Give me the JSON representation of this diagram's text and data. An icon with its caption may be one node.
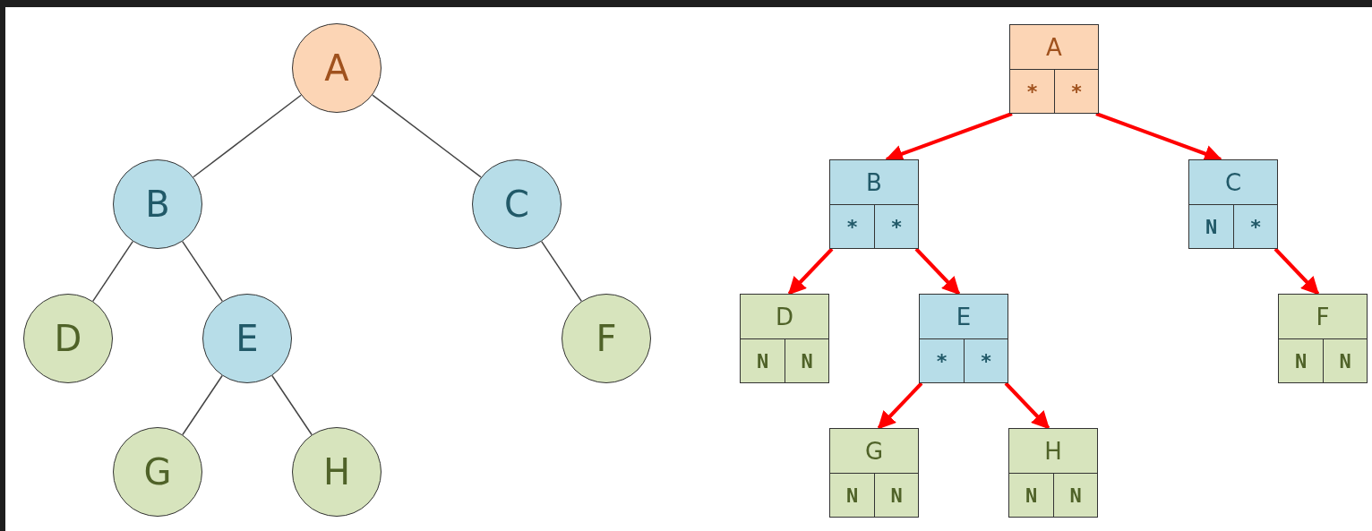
{
  "diagram": {
    "nodes": [
      {
        "text": [
          "A"
        ]
      },
      {
        "text": [
          "B"
        ]
      },
      {
        "text": [
          "C"
        ]
      },
      {
        "text": [
          "D"
        ]
      },
      {
        "text": [
          "E"
        ]
      },
      {
        "text": [
          "F"
        ]
      },
      {
        "text": [
          "G"
        ]
      },
      {
        "text": [
          "H"
        ]
      },
      {
        "text": [
          "A",
          "*",
          "*"
        ]
      },
      {
        "text": [
          "B",
          "*",
          "*"
        ]
      },
      {
        "text": [
          "C",
          "N",
          "*"
        ]
      },
      {
        "text": [
          "D",
          "N",
          "N"
        ]
      },
      {
        "text": [
          "E",
          "*",
          "*"
        ]
      },
      {
        "text": [
          "F",
          "N",
          "N"
        ]
      },
      {
        "text": [
          "G",
          "N",
          "N"
        ]
      },
      {
        "text": [
          "H",
          "N",
          "N"
        ]
      }
    ],
    "edges": [
      {
        "from": 0,
        "to": 1,
        "arrow": "none"
      },
      {
        "from": 0,
        "to": 2,
        "arrow": "none"
      },
      {
        "from": 1,
        "to": 3,
        "arrow": "none"
      },
      {
        "from": 1,
        "to": 4,
        "arrow": "none"
      },
      {
        "from": 2,
        "to": 5,
        "arrow": "none"
      },
      {
        "from": 4,
        "to": 6,
        "arrow": "none"
      },
      {
        "from": 4,
        "to": 7,
        "arrow": "none"
      },
      {
        "from": 8,
        "to": 9,
        "arrow": "to",
        "style": "thick",
        "color": "#ff0000"
      },
      {
        "from": 8,
        "to": 10,
        "arrow": "to",
        "style": "thick",
        "color": "#ff0000"
      },
      {
        "from": 9,
        "to": 11,
        "arrow": "to",
        "style": "thick",
        "color": "#ff0000"
      },
      {
        "from": 9,
        "to": 12,
        "arrow": "to",
        "style": "thick",
        "color": "#ff0000"
      },
      {
        "from": 10,
        "to": 13,
        "arrow": "to",
        "style": "thick",
        "color": "#ff0000"
      },
      {
        "from": 12,
        "to": 14,
        "arrow": "to",
        "style": "thick",
        "color": "#ff0000"
      },
      {
        "from": 12,
        "to": 15,
        "arrow": "to",
        "style": "thick",
        "color": "#ff0000"
      }
    ]
  }
}
